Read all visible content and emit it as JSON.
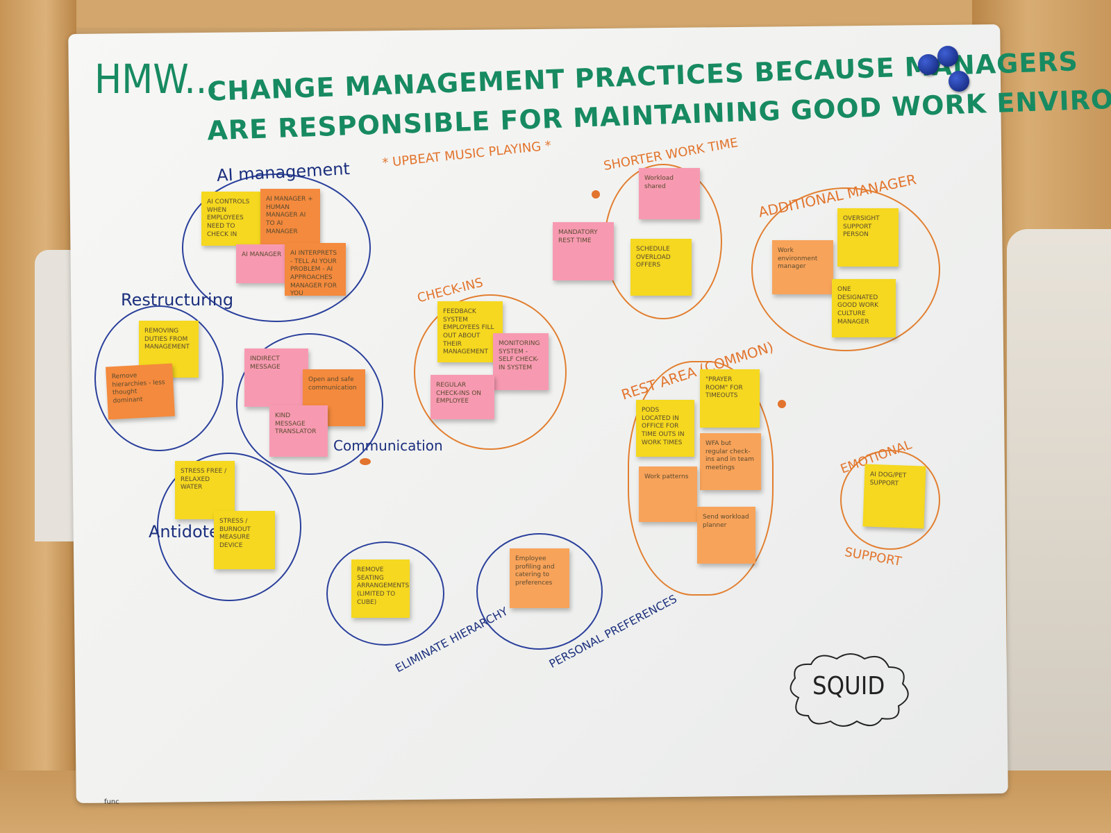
{
  "title": {
    "prefix": "HMW...",
    "line1": "CHANGE MANAGEMENT PRACTICES BECAUSE MANAGERS",
    "line2": "ARE RESPONSIBLE FOR MAINTAINING GOOD WORK ENVIRONMENTS?"
  },
  "side_note": "* UPBEAT MUSIC PLAYING *",
  "clusters": {
    "ai_management": {
      "label": "AI management",
      "notes": [
        "AI CONTROLS WHEN EMPLOYEES NEED TO CHECK IN",
        "AI manager + human manager AI to AI manager",
        "AI MANAGER",
        "AI interprets - tell AI your problem - AI approaches manager for you"
      ]
    },
    "restructuring": {
      "label": "Restructuring",
      "notes": [
        "REMOVING DUTIES FROM MANAGEMENT",
        "Remove hierarchies - less thought dominant"
      ]
    },
    "communication": {
      "label": "Communication",
      "notes": [
        "INDIRECT MESSAGE",
        "Open and safe communication",
        "KIND MESSAGE TRANSLATOR"
      ]
    },
    "antidotes": {
      "label": "Antidotes",
      "notes": [
        "STRESS FREE / RELAXED WATER",
        "STRESS / BURNOUT MEASURE DEVICE"
      ]
    },
    "check_ins": {
      "label": "CHECK-INS",
      "notes": [
        "FEEDBACK SYSTEM EMPLOYEES FILL OUT ABOUT THEIR MANAGEMENT",
        "MONITORING SYSTEM - SELF CHECK-IN SYSTEM",
        "REGULAR CHECK-INS ON EMPLOYEE"
      ]
    },
    "shorter_work_time": {
      "label": "SHORTER WORK TIME",
      "notes": [
        "Workload shared",
        "MANDATORY REST TIME",
        "SCHEDULE OVERLOAD OFFERS"
      ]
    },
    "additional_manager": {
      "label": "ADDITIONAL MANAGER",
      "notes": [
        "OVERSIGHT SUPPORT PERSON",
        "Work environment manager",
        "ONE DESIGNATED GOOD WORK CULTURE MANAGER"
      ]
    },
    "rest_area": {
      "label": "REST AREA (COMMON)",
      "notes": [
        "\"PRAYER ROOM\" FOR TIMEOUTS",
        "PODS LOCATED IN OFFICE FOR TIME OUTS IN WORK TIMES",
        "WFA but regular check-ins and in team meetings",
        "Work patterns",
        "Send workload planner"
      ]
    },
    "emotional_support": {
      "label_top": "EMOTIONAL",
      "label_bottom": "SUPPORT",
      "notes": [
        "AI DOG/PET SUPPORT"
      ]
    },
    "eliminate_hierarchy": {
      "label": "ELIMINATE HIERARCHY",
      "notes": [
        "REMOVE SEATING ARRANGEMENTS (LIMITED TO CUBE)"
      ]
    },
    "personal_preferences": {
      "label": "PERSONAL PREFERENCES",
      "notes": [
        "Employee profiling and catering to preferences"
      ]
    }
  },
  "cloud_label": "SQUID",
  "corner_text": "func",
  "colors": {
    "title": "#178a61",
    "blue_ink": "#1b2f7d",
    "orange_ink": "#e2742d",
    "yellow_note": "#f5d81f",
    "pink_note": "#f79ab1",
    "orange_note": "#f48a3d"
  }
}
